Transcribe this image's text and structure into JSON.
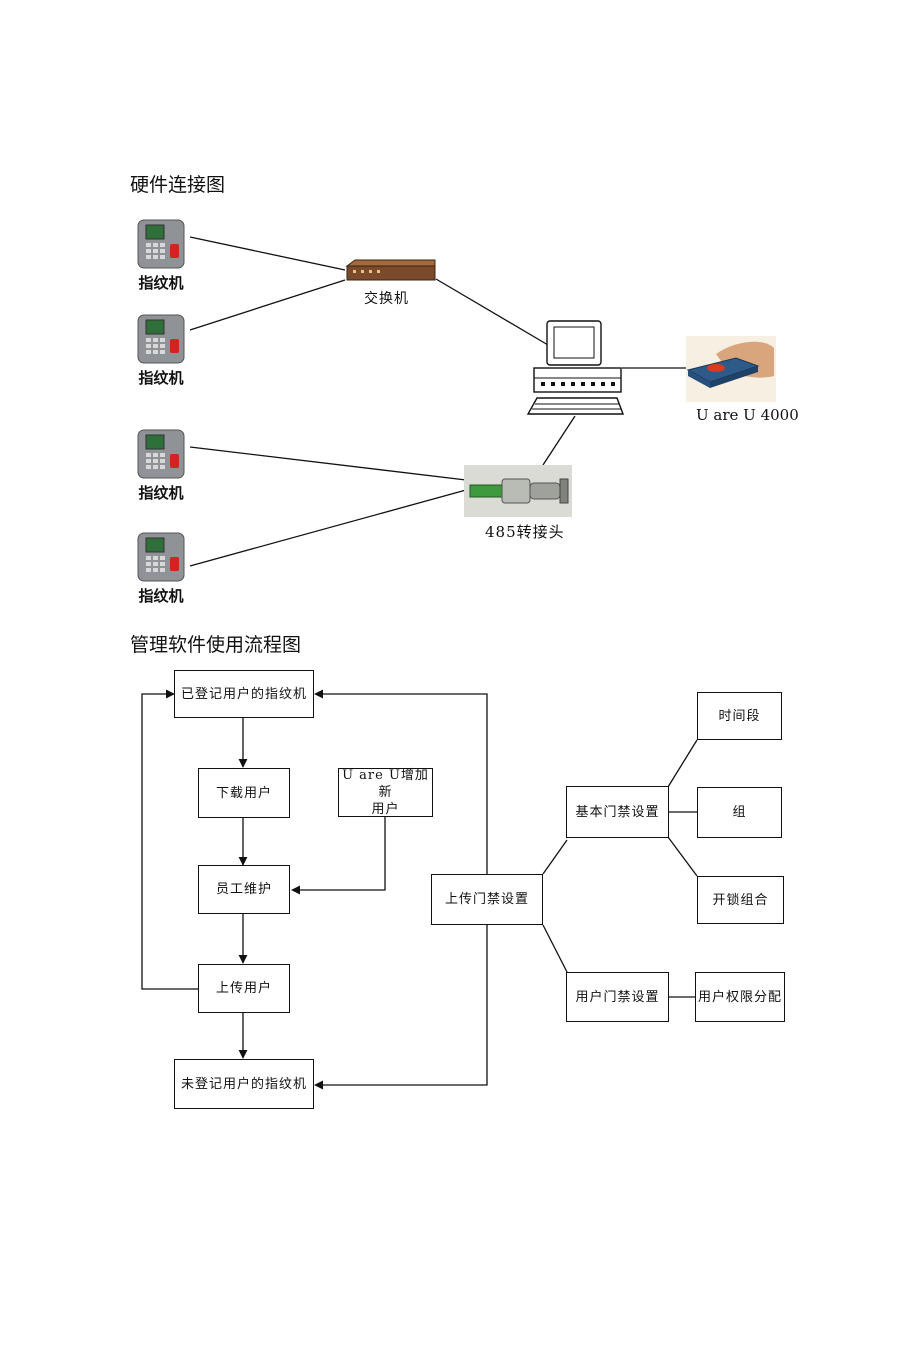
{
  "headings": {
    "hardware": "硬件连接图",
    "software": "管理软件使用流程图"
  },
  "hardware": {
    "fingerprint_label": "指纹机",
    "switch_label": "交换机",
    "reader_label": "U are U 4000",
    "adapter_label": "485转接头"
  },
  "flow": {
    "registered_machine": "已登记用户的指纹机",
    "download_users": "下载用户",
    "uareu_add_line1": "U are U增加新",
    "uareu_add_line2": "用户",
    "staff_maintain": "员工维护",
    "upload_users": "上传用户",
    "unregistered_machine": "未登记用户的指纹机",
    "upload_access": "上传门禁设置",
    "basic_access": "基本门禁设置",
    "user_access": "用户门禁设置",
    "time_slot": "时间段",
    "group": "组",
    "unlock_combo": "开锁组合",
    "user_permission": "用户权限分配"
  },
  "colors": {
    "line": "#111111",
    "device_body": "#8f9296",
    "device_screen": "#2f6f3a",
    "sensor_red": "#d4221c",
    "switch_body": "#7a4a2a",
    "reader_body": "#2e5a8a",
    "reader_sensor": "#d83a1e"
  }
}
